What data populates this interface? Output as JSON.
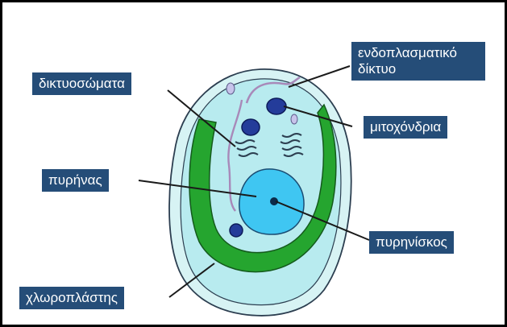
{
  "labels": {
    "golgi": "δικτυοσώματα",
    "er_line1": "ενδοπλασματικό",
    "er_line2": "δίκτυο",
    "mitochondria": "μιτοχόνδρια",
    "nucleus": "πυρήνας",
    "nucleolus": "πυρηνίσκος",
    "chloroplast": "χλωροπλάστης"
  },
  "colors": {
    "label_bg": "#254d78",
    "cell_outer": "#d7f3f4",
    "cytoplasm": "#b8ebef",
    "chloroplast": "#25a52f",
    "nucleus": "#3fc6f2",
    "nucleolus": "#0b2b4a",
    "mitochondria": "#243c9a",
    "vesicle": "#c7c3ea"
  }
}
